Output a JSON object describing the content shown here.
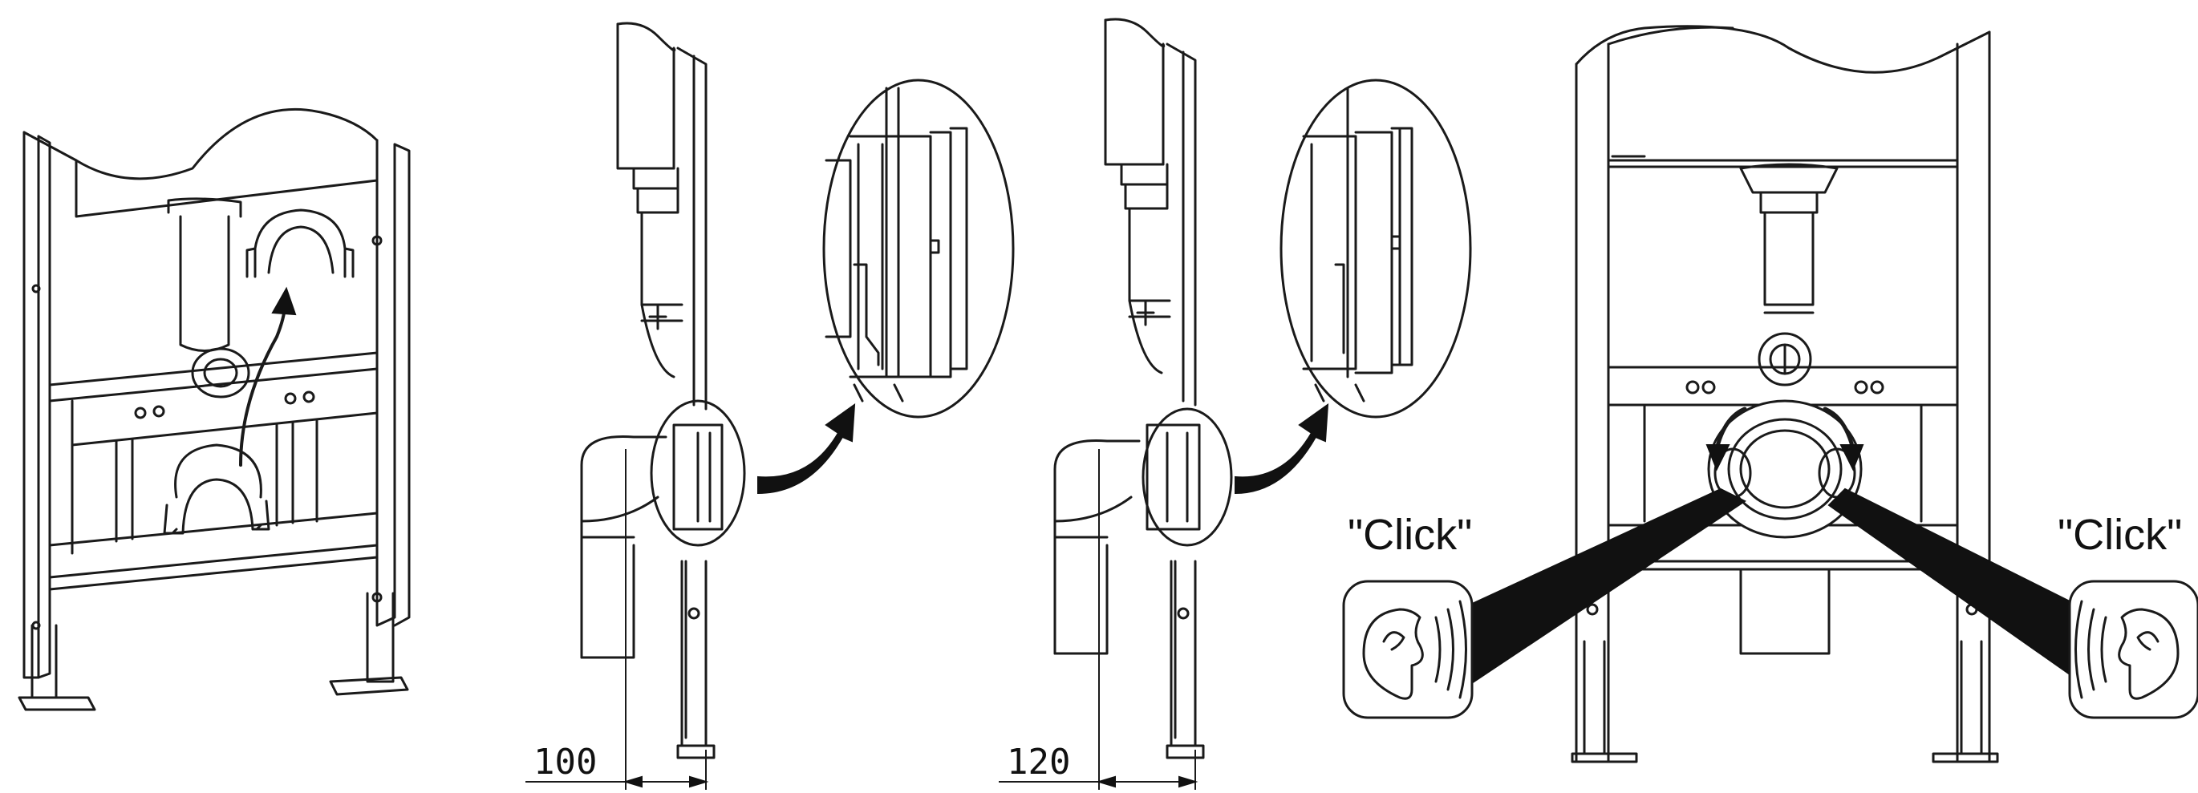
{
  "panel_2": {
    "dimension_label": "100"
  },
  "panel_3": {
    "dimension_label": "120"
  },
  "panel_4": {
    "click_left": "\"Click\"",
    "click_right": "\"Click\""
  }
}
